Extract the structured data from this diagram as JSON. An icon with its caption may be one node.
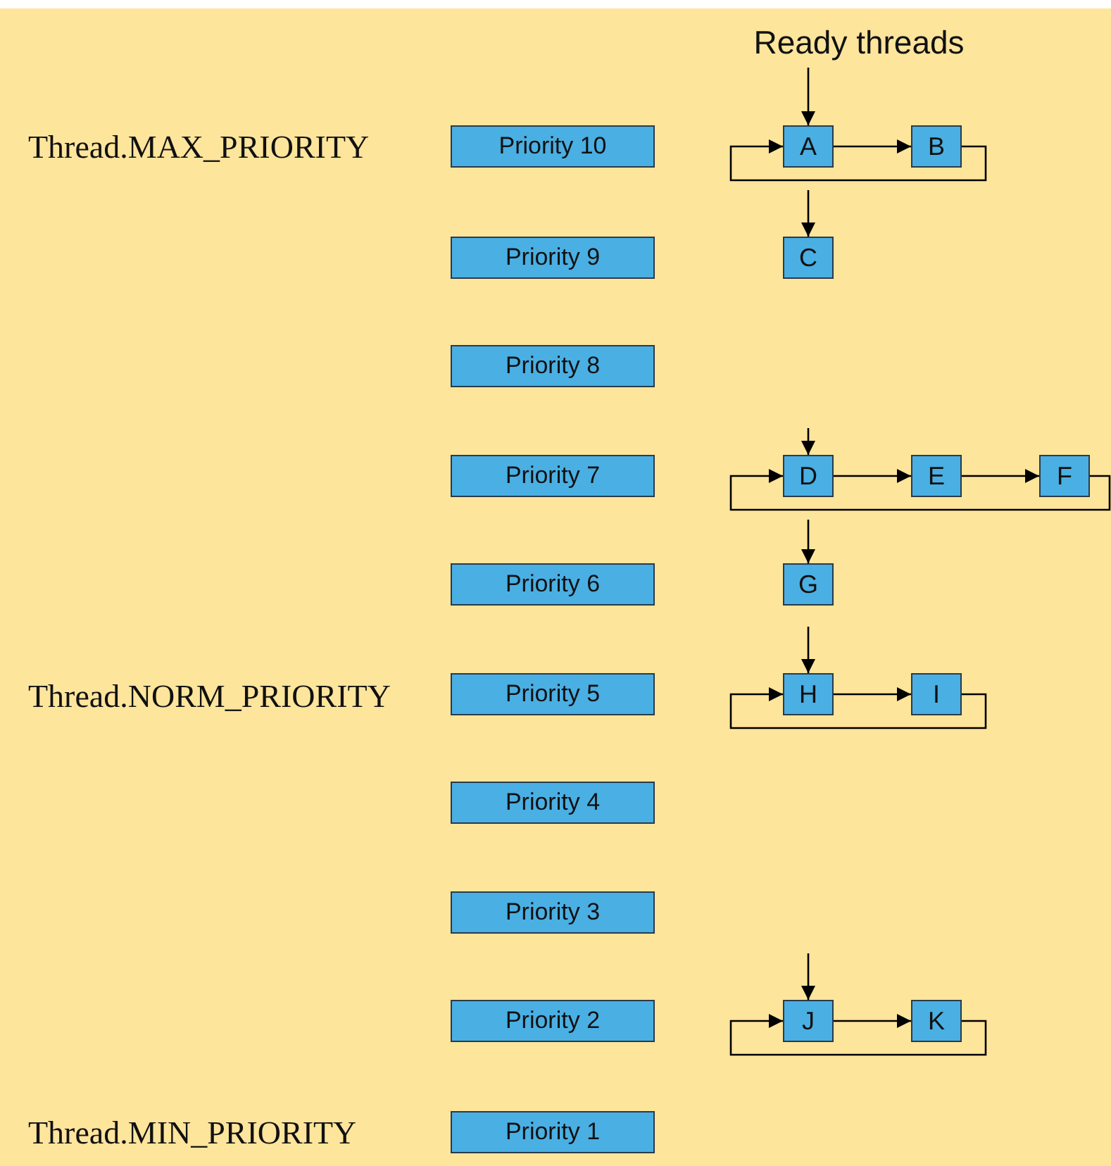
{
  "diagram": {
    "nodes": [
      {
        "text": [
          "Ready threads"
        ]
      },
      {
        "text": [
          "Priority 10"
        ]
      },
      {
        "text": [
          "A"
        ]
      },
      {
        "text": [
          "B"
        ]
      },
      {
        "text": [
          "Priority 9"
        ]
      },
      {
        "text": [
          "C"
        ]
      },
      {
        "text": [
          "Priority 8"
        ]
      },
      {
        "text": [
          "Priority 7"
        ]
      },
      {
        "text": [
          "D"
        ]
      },
      {
        "text": [
          "E"
        ]
      },
      {
        "text": [
          "F"
        ]
      },
      {
        "text": [
          "Priority 6"
        ]
      },
      {
        "text": [
          "G"
        ]
      },
      {
        "text": [
          "Priority 5"
        ]
      },
      {
        "text": [
          "H"
        ]
      },
      {
        "text": [
          "I"
        ]
      },
      {
        "text": [
          "Priority 4"
        ]
      },
      {
        "text": [
          "Priority 3"
        ]
      },
      {
        "text": [
          "Priority 2"
        ]
      },
      {
        "text": [
          "J"
        ]
      },
      {
        "text": [
          "K"
        ]
      },
      {
        "text": [
          "Priority 1"
        ]
      }
    ],
    "edges": [
      {
        "from": 0,
        "to": 2,
        "arrow": "to"
      },
      {
        "from": 2,
        "to": 3,
        "arrow": "to"
      },
      {
        "from": 3,
        "to": 2,
        "arrow": "to"
      },
      {
        "from": null,
        "to": 5,
        "arrow": "to"
      },
      {
        "from": null,
        "to": 8,
        "arrow": "to"
      },
      {
        "from": 8,
        "to": 9,
        "arrow": "to"
      },
      {
        "from": 9,
        "to": 10,
        "arrow": "to"
      },
      {
        "from": 10,
        "to": 8,
        "arrow": "to"
      },
      {
        "from": null,
        "to": 12,
        "arrow": "to"
      },
      {
        "from": null,
        "to": 14,
        "arrow": "to"
      },
      {
        "from": 14,
        "to": 15,
        "arrow": "to"
      },
      {
        "from": 15,
        "to": 14,
        "arrow": "to"
      },
      {
        "from": null,
        "to": 19,
        "arrow": "to"
      },
      {
        "from": 19,
        "to": 20,
        "arrow": "to"
      },
      {
        "from": 20,
        "to": 19,
        "arrow": "to"
      }
    ],
    "labels": [
      "Thread.MAX_PRIORITY",
      "Thread.NORM_PRIORITY",
      "Thread.MIN_PRIORITY"
    ]
  }
}
